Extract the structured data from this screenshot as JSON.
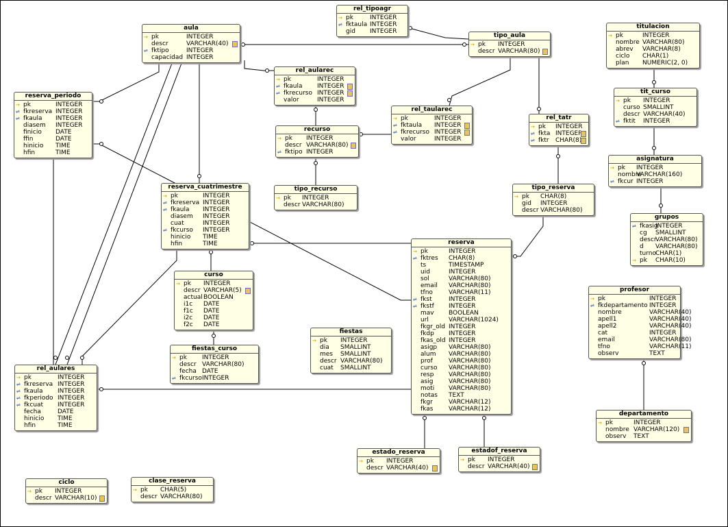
{
  "tables": {
    "rel_tipoagr": {
      "name": "rel_tipoagr",
      "cols": [
        [
          "pk",
          "INTEGER",
          "pk"
        ],
        [
          "fktaula",
          "INTEGER",
          "fk"
        ],
        [
          "gid",
          "INTEGER",
          ""
        ]
      ]
    },
    "aula": {
      "name": "aula",
      "cols": [
        [
          "pk",
          "INTEGER",
          "pk"
        ],
        [
          "descr",
          "VARCHAR(40)",
          "",
          "tag"
        ],
        [
          "fktipo",
          "INTEGER",
          "fk"
        ],
        [
          "capacidad",
          "INTEGER",
          ""
        ]
      ]
    },
    "tipo_aula": {
      "name": "tipo_aula",
      "cols": [
        [
          "pk",
          "INTEGER",
          "pk"
        ],
        [
          "descr",
          "VARCHAR(80)",
          "",
          "tag"
        ]
      ]
    },
    "titulacion": {
      "name": "titulacion",
      "cols": [
        [
          "pk",
          "INTEGER",
          "pk"
        ],
        [
          "nombre",
          "VARCHAR(80)",
          ""
        ],
        [
          "abrev",
          "VARCHAR(8)",
          ""
        ],
        [
          "ciclo",
          "CHAR(1)",
          ""
        ],
        [
          "plan",
          "NUMERIC(2, 0)",
          ""
        ]
      ]
    },
    "reserva_periodo": {
      "name": "reserva_periodo",
      "cols": [
        [
          "pk",
          "INTEGER",
          "pk"
        ],
        [
          "fkreserva",
          "INTEGER",
          "fk"
        ],
        [
          "fkaula",
          "INTEGER",
          "fk"
        ],
        [
          "diasem",
          "INTEGER",
          ""
        ],
        [
          "finicio",
          "DATE",
          ""
        ],
        [
          "ffin",
          "DATE",
          ""
        ],
        [
          "hinicio",
          "TIME",
          ""
        ],
        [
          "hfin",
          "TIME",
          ""
        ]
      ]
    },
    "rel_aularec": {
      "name": "rel_aularec",
      "cols": [
        [
          "pk",
          "INTEGER",
          "pk"
        ],
        [
          "fkaula",
          "INTEGER",
          "fk",
          "tag"
        ],
        [
          "fkrecurso",
          "INTEGER",
          "fk",
          "tag"
        ],
        [
          "valor",
          "INTEGER",
          ""
        ]
      ]
    },
    "tit_curso": {
      "name": "tit_curso",
      "cols": [
        [
          "pk",
          "INTEGER",
          "pk"
        ],
        [
          "curso",
          "SMALLINT",
          ""
        ],
        [
          "descr",
          "VARCHAR(40)",
          ""
        ],
        [
          "fktit",
          "INTEGER",
          "fk"
        ]
      ]
    },
    "rel_taularec": {
      "name": "rel_taularec",
      "cols": [
        [
          "pk",
          "INTEGER",
          "pk"
        ],
        [
          "fktaula",
          "INTEGER",
          "fk",
          "tag"
        ],
        [
          "fkrecurso",
          "INTEGER",
          "fk",
          "tag"
        ],
        [
          "valor",
          "INTEGER",
          ""
        ]
      ]
    },
    "rel_tatr": {
      "name": "rel_tatr",
      "cols": [
        [
          "pk",
          "INTEGER",
          "pk"
        ],
        [
          "fkta",
          "INTEGER",
          "fk",
          "tag"
        ],
        [
          "fktr",
          "CHAR(8)",
          "fk",
          "tag"
        ]
      ]
    },
    "recurso": {
      "name": "recurso",
      "cols": [
        [
          "pk",
          "INTEGER",
          "pk"
        ],
        [
          "descr",
          "VARCHAR(80)",
          "",
          "tag"
        ],
        [
          "fktipo",
          "INTEGER",
          "fk"
        ]
      ]
    },
    "asignatura": {
      "name": "asignatura",
      "cols": [
        [
          "pk",
          "INTEGER",
          "pk"
        ],
        [
          "nombre",
          "VARCHAR(160)",
          ""
        ],
        [
          "fkcur",
          "INTEGER",
          "fk"
        ]
      ]
    },
    "reserva_cuatrimestre": {
      "name": "reserva_cuatrimestre",
      "cols": [
        [
          "pk",
          "INTEGER",
          "pk"
        ],
        [
          "fkreserva",
          "INTEGER",
          "fk"
        ],
        [
          "fkaula",
          "INTEGER",
          "fk"
        ],
        [
          "diasem",
          "INTEGER",
          ""
        ],
        [
          "cuat",
          "INTEGER",
          ""
        ],
        [
          "fkcurso",
          "INTEGER",
          "fk"
        ],
        [
          "hinicio",
          "TIME",
          ""
        ],
        [
          "hfin",
          "TIME",
          ""
        ]
      ]
    },
    "tipo_recurso": {
      "name": "tipo_recurso",
      "cols": [
        [
          "pk",
          "INTEGER",
          "pk"
        ],
        [
          "descr",
          "VARCHAR(80)",
          ""
        ]
      ]
    },
    "tipo_reserva": {
      "name": "tipo_reserva",
      "cols": [
        [
          "pk",
          "CHAR(8)",
          "pk"
        ],
        [
          "gid",
          "INTEGER",
          ""
        ],
        [
          "descr",
          "VARCHAR(80)",
          ""
        ]
      ]
    },
    "grupos": {
      "name": "grupos",
      "cols": [
        [
          "fkasig",
          "INTEGER",
          "fk"
        ],
        [
          "cg",
          "SMALLINT",
          ""
        ],
        [
          "descr",
          "VARCHAR(80)",
          ""
        ],
        [
          "d",
          "VARCHAR(80)",
          ""
        ],
        [
          "turno",
          "CHAR(1)",
          ""
        ],
        [
          "pk",
          "CHAR(10)",
          "pk"
        ]
      ]
    },
    "reserva": {
      "name": "reserva",
      "cols": [
        [
          "pk",
          "INTEGER",
          "pk"
        ],
        [
          "fktres",
          "CHAR(8)",
          "fk"
        ],
        [
          "ts",
          "TIMESTAMP",
          ""
        ],
        [
          "uid",
          "INTEGER",
          ""
        ],
        [
          "sol",
          "VARCHAR(80)",
          ""
        ],
        [
          "email",
          "VARCHAR(80)",
          ""
        ],
        [
          "tfno",
          "VARCHAR(11)",
          ""
        ],
        [
          "fkst",
          "INTEGER",
          "fk"
        ],
        [
          "fkstf",
          "INTEGER",
          "fk"
        ],
        [
          "mav",
          "BOOLEAN",
          ""
        ],
        [
          "url",
          "VARCHAR(1024)",
          ""
        ],
        [
          "fkgr_old",
          "INTEGER",
          ""
        ],
        [
          "fkdp",
          "INTEGER",
          ""
        ],
        [
          "fkas_old",
          "INTEGER",
          ""
        ],
        [
          "asigp",
          "VARCHAR(80)",
          ""
        ],
        [
          "alum",
          "VARCHAR(80)",
          ""
        ],
        [
          "prof",
          "VARCHAR(80)",
          ""
        ],
        [
          "curso",
          "VARCHAR(80)",
          ""
        ],
        [
          "resp",
          "VARCHAR(80)",
          ""
        ],
        [
          "asig",
          "VARCHAR(80)",
          ""
        ],
        [
          "moti",
          "VARCHAR(80)",
          ""
        ],
        [
          "notas",
          "TEXT",
          ""
        ],
        [
          "fkgr",
          "VARCHAR(12)",
          ""
        ],
        [
          "fkas",
          "VARCHAR(12)",
          ""
        ]
      ]
    },
    "curso": {
      "name": "curso",
      "cols": [
        [
          "pk",
          "INTEGER",
          "pk"
        ],
        [
          "descr",
          "VARCHAR(5)",
          "",
          "tag"
        ],
        [
          "actual",
          "BOOLEAN",
          ""
        ],
        [
          "i1c",
          "DATE",
          ""
        ],
        [
          "f1c",
          "DATE",
          ""
        ],
        [
          "i2c",
          "DATE",
          ""
        ],
        [
          "f2c",
          "DATE",
          ""
        ]
      ]
    },
    "profesor": {
      "name": "profesor",
      "cols": [
        [
          "pk",
          "INTEGER",
          "pk"
        ],
        [
          "fkdepartamento",
          "INTEGER",
          "fk"
        ],
        [
          "nombre",
          "VARCHAR(40)",
          ""
        ],
        [
          "apell1",
          "VARCHAR(40)",
          ""
        ],
        [
          "apell2",
          "VARCHAR(40)",
          ""
        ],
        [
          "cat",
          "INTEGER",
          ""
        ],
        [
          "email",
          "VARCHAR(80)",
          ""
        ],
        [
          "tfno",
          "VARCHAR(11)",
          ""
        ],
        [
          "observ",
          "TEXT",
          ""
        ]
      ]
    },
    "fiestas": {
      "name": "fiestas",
      "cols": [
        [
          "pk",
          "INTEGER",
          "pk"
        ],
        [
          "dia",
          "SMALLINT",
          ""
        ],
        [
          "mes",
          "SMALLINT",
          ""
        ],
        [
          "descr",
          "VARCHAR(80)",
          ""
        ],
        [
          "cuat",
          "SMALLINT",
          ""
        ]
      ]
    },
    "fiestas_curso": {
      "name": "fiestas_curso",
      "cols": [
        [
          "pk",
          "INTEGER",
          "pk"
        ],
        [
          "descr",
          "VARCHAR(80)",
          ""
        ],
        [
          "fecha",
          "DATE",
          ""
        ],
        [
          "fkcurso",
          "INTEGER",
          "fk"
        ]
      ]
    },
    "rel_aulares": {
      "name": "rel_aulares",
      "cols": [
        [
          "pk",
          "INTEGER",
          "pk"
        ],
        [
          "fkreserva",
          "INTEGER",
          "fk"
        ],
        [
          "fkaula",
          "INTEGER",
          "fk"
        ],
        [
          "fkperiodo",
          "INTEGER",
          "fk"
        ],
        [
          "fkcuat",
          "INTEGER",
          "fk"
        ],
        [
          "fecha",
          "DATE",
          ""
        ],
        [
          "hinicio",
          "TIME",
          ""
        ],
        [
          "hfin",
          "TIME",
          ""
        ]
      ]
    },
    "departamento": {
      "name": "departamento",
      "cols": [
        [
          "pk",
          "INTEGER",
          "pk"
        ],
        [
          "nombre",
          "VARCHAR(120)",
          "",
          "tag"
        ],
        [
          "observ",
          "TEXT",
          ""
        ]
      ]
    },
    "estado_reserva": {
      "name": "estado_reserva",
      "cols": [
        [
          "pk",
          "INTEGER",
          "pk"
        ],
        [
          "descr",
          "VARCHAR(40)",
          "",
          "tag"
        ]
      ]
    },
    "estadof_reserva": {
      "name": "estadof_reserva",
      "cols": [
        [
          "pk",
          "INTEGER",
          "pk"
        ],
        [
          "descr",
          "VARCHAR(40)",
          "",
          "tag"
        ]
      ]
    },
    "ciclo": {
      "name": "ciclo",
      "cols": [
        [
          "pk",
          "INTEGER",
          "pk"
        ],
        [
          "descr",
          "VARCHAR(10)",
          "",
          "tag"
        ]
      ]
    },
    "clase_reserva": {
      "name": "clase_reserva",
      "cols": [
        [
          "pk",
          "CHAR(5)",
          "pk"
        ],
        [
          "descr",
          "VARCHAR(80)",
          ""
        ]
      ]
    }
  },
  "colors": {
    "table_bg": "#ffffe6",
    "border": "#555555",
    "line": "#000000",
    "pk_icon": "#d4a400",
    "fk_icon": "#3355aa"
  }
}
